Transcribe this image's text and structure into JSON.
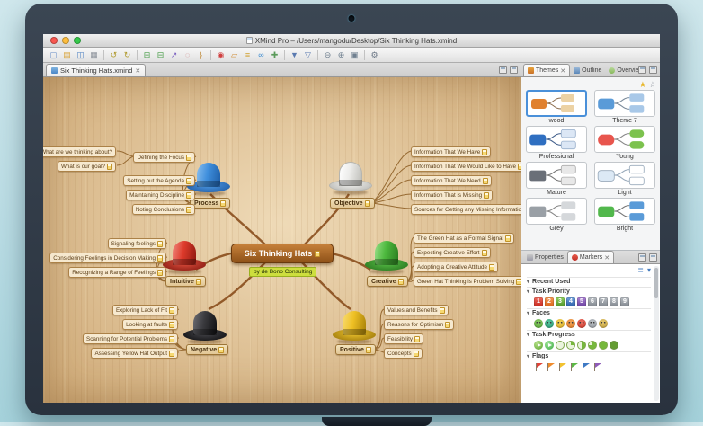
{
  "window": {
    "title": "XMind Pro – /Users/mangodu/Desktop/Six Thinking Hats.xmind",
    "traffic_lights": [
      "close",
      "minimize",
      "zoom"
    ]
  },
  "toolbar": {
    "icons": [
      "new-workbook",
      "open",
      "save",
      "print",
      "undo",
      "redo",
      "insert-topic",
      "insert-subtopic",
      "relationship",
      "boundary",
      "summary",
      "marker",
      "label",
      "notes",
      "hyperlink",
      "attachment",
      "drill-down",
      "filter",
      "zoom-out",
      "zoom-in",
      "fit-map",
      "settings"
    ]
  },
  "editor": {
    "tab": "Six Thinking Hats.xmind"
  },
  "map": {
    "central": {
      "title": "Six Thinking Hats",
      "note": "by de Bono Consulting"
    },
    "hat_colors": {
      "Process": "#3f8fdd",
      "Objective": "#ececea",
      "Intuitive": "#dd3a2b",
      "Creative": "#4db93e",
      "Negative": "#3a3a3e",
      "Positive": "#eec024"
    },
    "branches": [
      {
        "label": "Process",
        "topics": [
          "Defining the Focus",
          "Setting out the Agenda",
          "Maintaining Discipline",
          "Noting Conclusions"
        ],
        "children": [
          "What are we thinking about?",
          "What is our goal?"
        ]
      },
      {
        "label": "Objective",
        "topics": [
          "Information That We Have",
          "Information That We Would Like to Have",
          "Information That We Need",
          "Information That is Missing",
          "Sources for Getting any Missing Information"
        ]
      },
      {
        "label": "Intuitive",
        "topics": [
          "Signaling feelings",
          "Considering Feelings in Decision Making",
          "Recognizing a Range of Feelings"
        ]
      },
      {
        "label": "Creative",
        "topics": [
          "The Green Hat as a Formal Signal",
          "Expecting Creative Effort",
          "Adopting a Creative Attitude",
          "Green Hat Thinking is Problem Solving"
        ]
      },
      {
        "label": "Negative",
        "topics": [
          "Exploring Lack of Fit",
          "Looking at faults",
          "Scanning for Potential Problems",
          "Assessing Yellow Hat Output"
        ]
      },
      {
        "label": "Positive",
        "topics": [
          "Values and Benefits",
          "Reasons for Optimism",
          "Feasibility",
          "Concepts"
        ]
      }
    ]
  },
  "sidebar": {
    "tabs": [
      {
        "label": "Themes"
      },
      {
        "label": "Outline"
      },
      {
        "label": "Overview"
      }
    ],
    "themes": [
      {
        "name": "wood",
        "selected": true
      },
      {
        "name": "Theme 7",
        "selected": false
      },
      {
        "name": "Professional",
        "selected": false
      },
      {
        "name": "Young",
        "selected": false
      },
      {
        "name": "Mature",
        "selected": false
      },
      {
        "name": "Light",
        "selected": false
      },
      {
        "name": "Grey",
        "selected": false
      },
      {
        "name": "Bright",
        "selected": false
      }
    ],
    "lower_tabs": [
      {
        "label": "Properties"
      },
      {
        "label": "Markers"
      }
    ],
    "markers": {
      "sections": [
        "Recent Used",
        "Task Priority",
        "Faces",
        "Task Progress",
        "Flags"
      ],
      "priority": [
        "1",
        "2",
        "3",
        "4",
        "5",
        "6",
        "7",
        "8",
        "9"
      ],
      "priority_colors": [
        "#e0392e",
        "#ef7d27",
        "#6cb33f",
        "#3e79c4",
        "#8a5bb8",
        "#9aa0a6",
        "#9aa0a6",
        "#9aa0a6",
        "#9aa0a6"
      ],
      "faces": [
        "smile",
        "laugh",
        "angry",
        "surprise",
        "boring",
        "sad",
        "cheer"
      ],
      "face_colors": [
        "#5cb946",
        "#2fae84",
        "#f2c230",
        "#ef8b2c",
        "#e04338",
        "#9aa0a6",
        "#d8b34a"
      ],
      "progress": [
        "start",
        "pause",
        "0%",
        "25%",
        "50%",
        "75%",
        "100%",
        "done"
      ],
      "flags": [
        "red",
        "orange",
        "yellow",
        "green",
        "blue",
        "purple"
      ],
      "flag_colors": [
        "#e04338",
        "#ef8b2c",
        "#f2c230",
        "#5cb946",
        "#3e79c4",
        "#8e5bb8"
      ]
    }
  }
}
